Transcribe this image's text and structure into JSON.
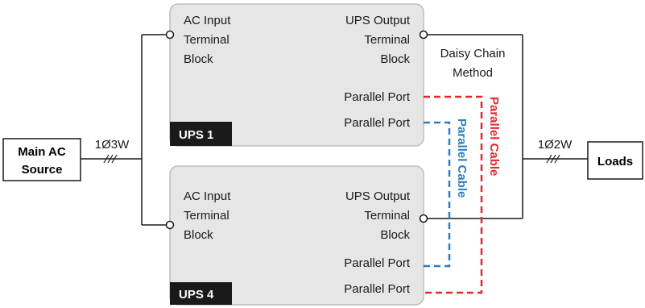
{
  "source": {
    "label_line1": "Main AC",
    "label_line2": "Source",
    "wiring": "1Ø3W"
  },
  "load": {
    "label": "Loads",
    "wiring": "1Ø2W"
  },
  "ups_units": [
    {
      "tag": "UPS 1",
      "input_line1": "AC Input",
      "input_line2": "Terminal",
      "input_line3": "Block",
      "output_line1": "UPS Output",
      "output_line2": "Terminal",
      "output_line3": "Block",
      "parallel_port_a": "Parallel Port",
      "parallel_port_b": "Parallel Port"
    },
    {
      "tag": "UPS 4",
      "input_line1": "AC Input",
      "input_line2": "Terminal",
      "input_line3": "Block",
      "output_line1": "UPS Output",
      "output_line2": "Terminal",
      "output_line3": "Block",
      "parallel_port_a": "Parallel Port",
      "parallel_port_b": "Parallel Port"
    }
  ],
  "method": {
    "line1": "Daisy Chain",
    "line2": "Method"
  },
  "cables": {
    "red": {
      "label": "Parallel Cable",
      "color": "#e0282e"
    },
    "blue": {
      "label": "Parallel Cable",
      "color": "#2a7fc1"
    }
  },
  "colors": {
    "box_fill": "#e6e6e6",
    "box_stroke": "#bdbdbd",
    "tag_fill": "#1a1a1a",
    "wire": "#1a1a1a"
  }
}
